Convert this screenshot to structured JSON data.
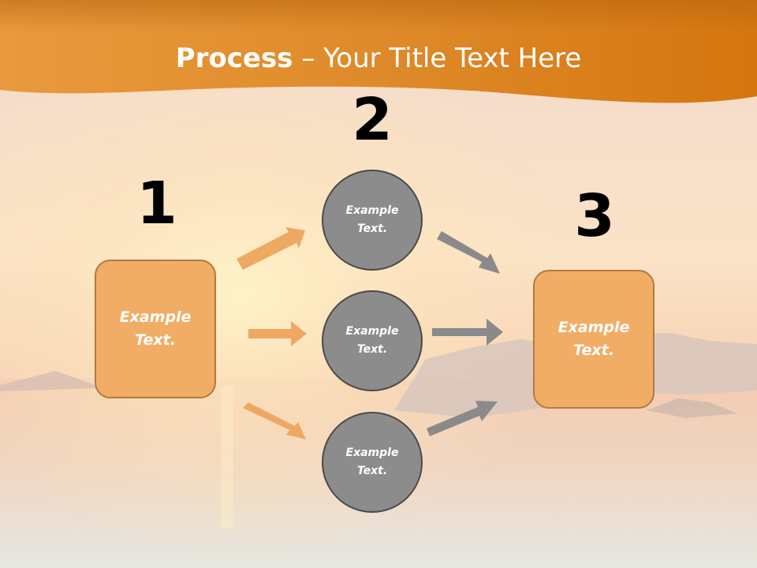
{
  "title": {
    "bold": "Process",
    "rest": " – Your Title Text Here"
  },
  "steps": [
    {
      "number": "1",
      "text": "Example Text."
    },
    {
      "number": "2",
      "text": "Example Text."
    },
    {
      "number": "3",
      "text": "Example Text."
    }
  ],
  "circles": [
    {
      "text": "Example Text."
    },
    {
      "text": "Example Text."
    },
    {
      "text": "Example Text."
    }
  ],
  "colors": {
    "header": "#e3821c",
    "box_fill": "#f1ad66",
    "circle_fill": "#8d8c8c",
    "arrow_orange": "#eea862",
    "arrow_gray": "#8a8a8a"
  }
}
